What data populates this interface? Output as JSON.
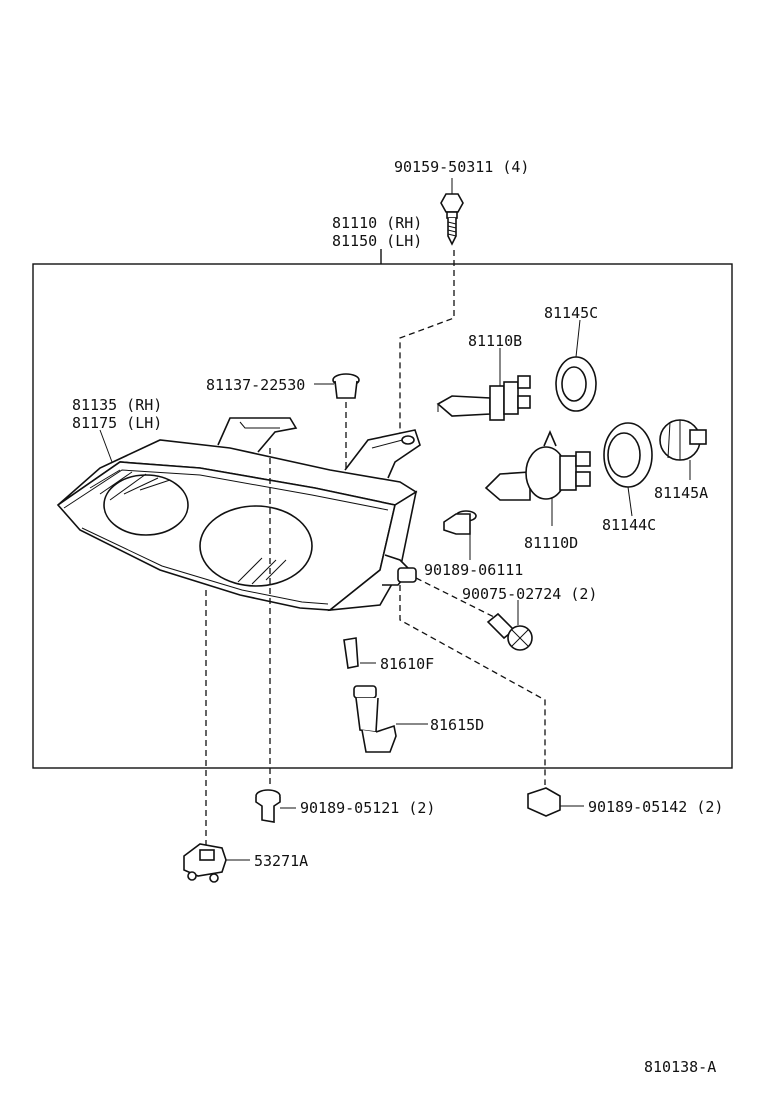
{
  "labels": {
    "screw_top": "90159-50311 (4)",
    "headlamp_rh": "81110 (RH)",
    "headlamp_lh": "81150 (LH)",
    "unit_rh": "81135 (RH)",
    "unit_lh": "81175 (LH)",
    "grommet": "81137-22530",
    "bulb_b": "81110B",
    "cover_c": "81145C",
    "cover_a": "81145A",
    "gasket": "81144C",
    "bulb_d": "81110D",
    "nut_06111": "90189-06111",
    "screw_02724": "90075-02724 (2)",
    "bulb_f": "81610F",
    "socket_d": "81615D",
    "nut_05121": "90189-05121 (2)",
    "nut_05142": "90189-05142 (2)",
    "adjuster": "53271A",
    "figure_id": "810138-A"
  }
}
